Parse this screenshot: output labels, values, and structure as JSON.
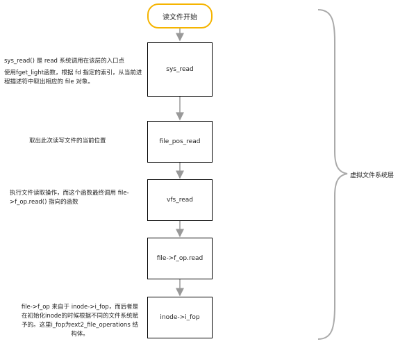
{
  "start_node": {
    "label": "读文件开始"
  },
  "nodes": [
    {
      "label": "sys_read"
    },
    {
      "label": "file_pos_read"
    },
    {
      "label": "vfs_read"
    },
    {
      "label": "file->f_op.read"
    },
    {
      "label": "inode->i_fop"
    }
  ],
  "notes": {
    "sys_read_1": "sys_read() 是 read 系统调用在该层的入口点",
    "sys_read_2": "使用fget_light函数，根据 fd 指定的索引，从当前进程描述符中取出相应的 file 对象。",
    "file_pos_read": "取出此次读写文件的当前位置",
    "vfs_read": "执行文件读取操作，而这个函数最终调用 file->f_op.read() 指向的函数",
    "inode_fop": "file->f_op 来自于 inode->i_fop，而后者是在初始化inode的时候根据不同的文件系统赋予的。这里i_fop为ext2_file_operations 结构体。"
  },
  "layer_label": "虚拟文件系统层"
}
